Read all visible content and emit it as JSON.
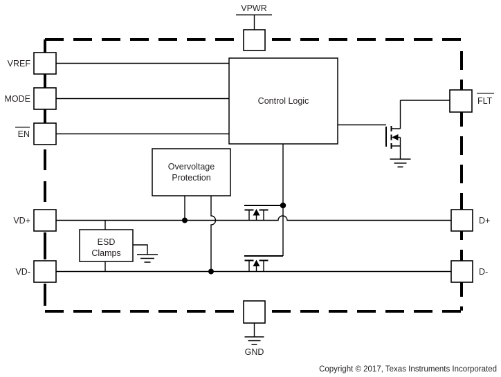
{
  "pins": {
    "vpwr": "VPWR",
    "vref": "VREF",
    "mode": "MODE",
    "en": "EN",
    "flt": "FLT",
    "d_plus": "D+",
    "d_minus": "D-",
    "vd_plus": "VD+",
    "vd_minus": "VD-",
    "gnd": "GND"
  },
  "blocks": {
    "control_logic": "Control Logic",
    "ovp_line1": "Overvoltage",
    "ovp_line2": "Protection",
    "esd_line1": "ESD",
    "esd_line2": "Clamps"
  },
  "footer": {
    "copyright": "Copyright © 2017, Texas Instruments Incorporated"
  },
  "colors": {
    "line": "#000000",
    "text": "#231f20",
    "background": "#ffffff"
  }
}
